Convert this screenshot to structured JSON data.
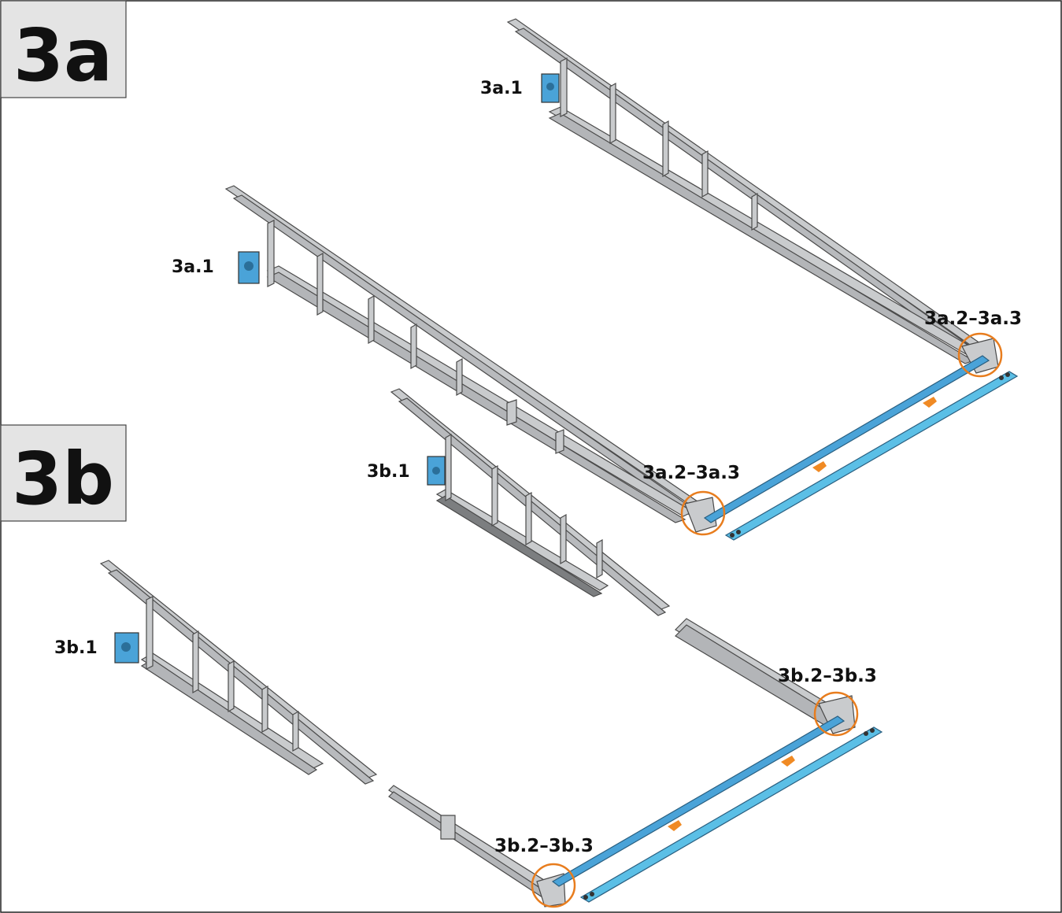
{
  "steps": {
    "a": "3a",
    "b": "3b"
  },
  "labels": {
    "a1_top": "3a.1",
    "a1_left": "3a.1",
    "a23_right": "3a.2–3a.3",
    "a23_left": "3a.2–3a.3",
    "b1_top": "3b.1",
    "b1_left": "3b.1",
    "b23_right": "3b.2–3b.3",
    "b23_left": "3b.2–3b.3"
  },
  "colors": {
    "frame": "#c9cbcd",
    "frame_stroke": "#4a4a4a",
    "part_blue": "#4aa3d8",
    "rail_blue": "#5bbfe6",
    "callout": "#e87d1e",
    "arrow": "#f08a24",
    "tab_bg": "#e4e4e4"
  }
}
